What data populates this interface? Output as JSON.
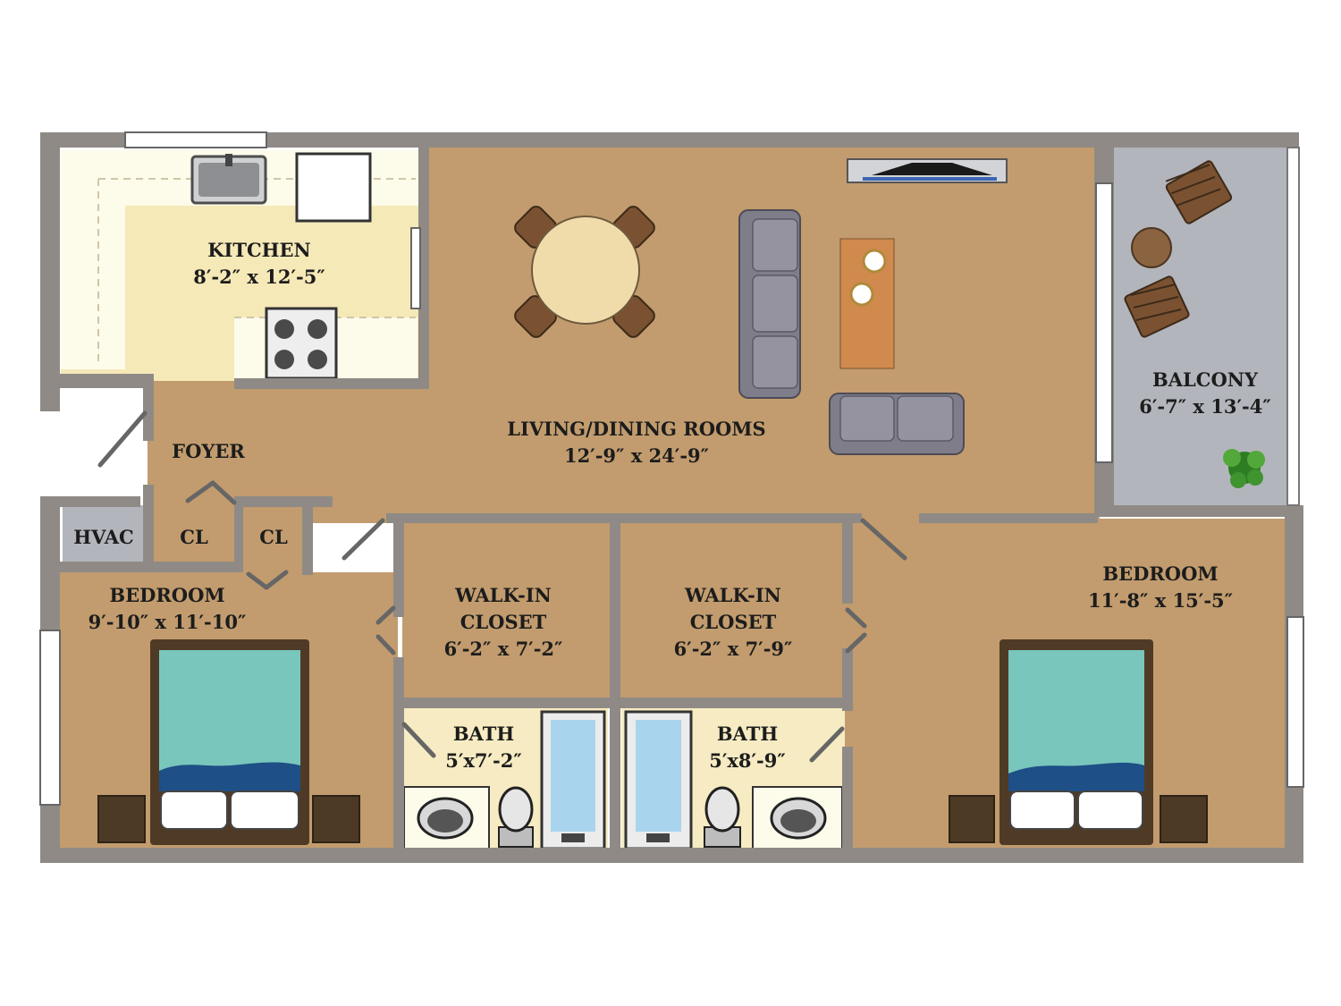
{
  "colors": {
    "floor": "#c29c6e",
    "kitchen_floor": "#f6e9b8",
    "counter": "#fdfbea",
    "bath_floor": "#f6ebc2",
    "wall": "#8f8a86",
    "balcony": "#b3b5bc",
    "bed_blanket": "#79c6bc",
    "bed_stripe": "#1e4f86",
    "bed_frame": "#4f3a26",
    "nightstand": "#4c3a25",
    "sofa": "#7f7d8a",
    "coffee_table": "#d08a4e",
    "dining_table": "#f0dcaa",
    "chair": "#7a5232",
    "tub_water": "#a9d4ee"
  },
  "rooms": {
    "kitchen": {
      "name": "KITCHEN",
      "dims": "8′-2″ x 12′-5″"
    },
    "living": {
      "name": "LIVING/DINING ROOMS",
      "dims": "12′-9″ x 24′-9″"
    },
    "balcony": {
      "name": "BALCONY",
      "dims": "6′-7″ x 13′-4″"
    },
    "foyer": {
      "name": "FOYER"
    },
    "hvac": {
      "name": "HVAC"
    },
    "closet_1": {
      "name": "CL"
    },
    "closet_2": {
      "name": "CL"
    },
    "bedroom_left": {
      "name": "BEDROOM",
      "dims": "9′-10″ x 11′-10″"
    },
    "bedroom_right": {
      "name": "BEDROOM",
      "dims": "11′-8″ x 15′-5″"
    },
    "walkin_left": {
      "name_line1": "WALK-IN",
      "name_line2": "CLOSET",
      "dims": "6′-2″ x 7′-2″"
    },
    "walkin_right": {
      "name_line1": "WALK-IN",
      "name_line2": "CLOSET",
      "dims": "6′-2″ x 7′-9″"
    },
    "bath_left": {
      "name": "BATH",
      "dims": "5′x7′-2″"
    },
    "bath_right": {
      "name": "BATH",
      "dims": "5′x8′-9″"
    }
  }
}
